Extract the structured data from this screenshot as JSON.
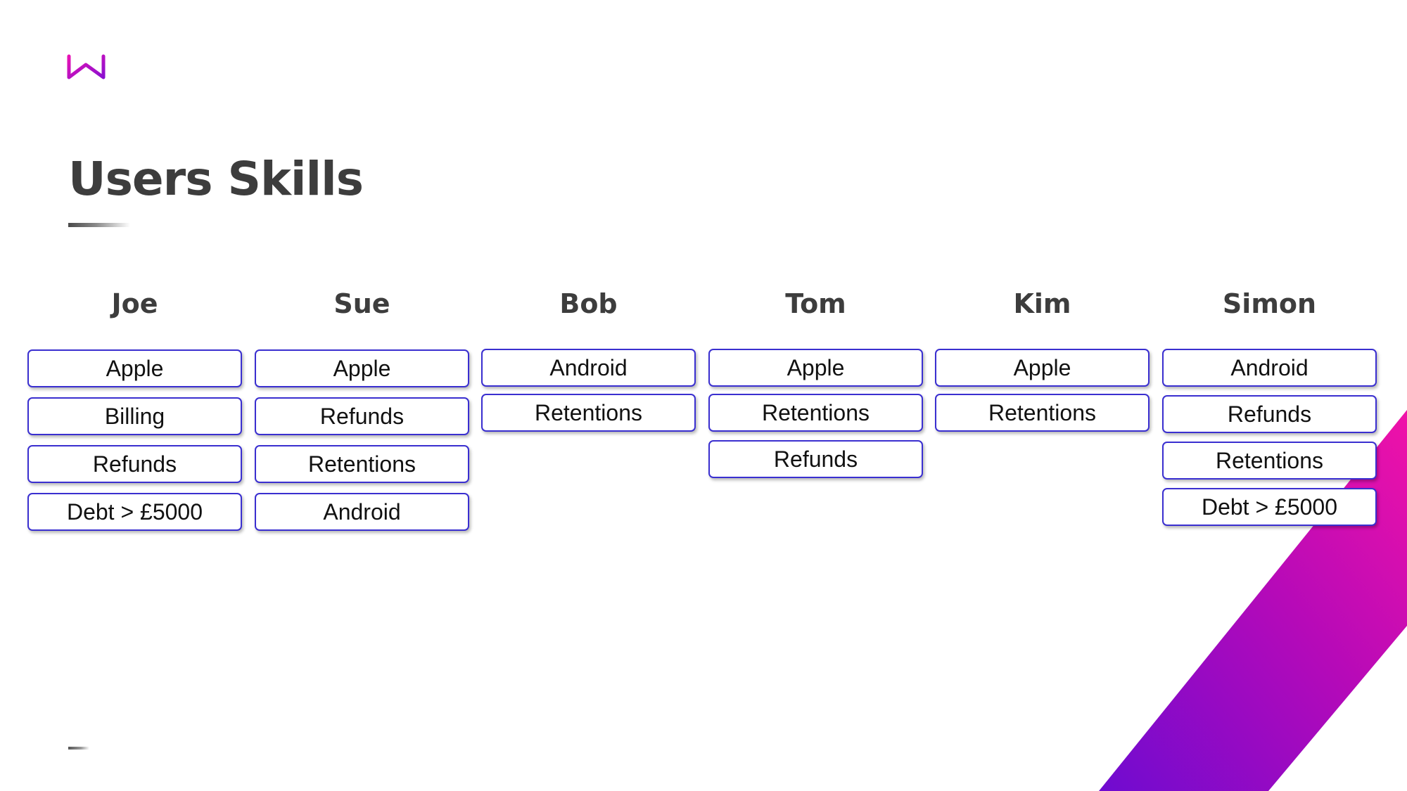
{
  "slide": {
    "title": "Users Skills",
    "accent_colors": [
      "#e010b0",
      "#7a0cc8"
    ],
    "box_border_color": "#3a2fd0"
  },
  "icons": {
    "logo": "brand-logo-icon"
  },
  "columns": [
    {
      "name": "Joe",
      "skills": [
        "Apple",
        "Billing",
        "Refunds",
        "Debt > £5000"
      ]
    },
    {
      "name": "Sue",
      "skills": [
        "Apple",
        "Refunds",
        "Retentions",
        "Android"
      ]
    },
    {
      "name": "Bob",
      "skills": [
        "Android",
        "Retentions"
      ]
    },
    {
      "name": "Tom",
      "skills": [
        "Apple",
        "Retentions",
        "Refunds"
      ]
    },
    {
      "name": "Kim",
      "skills": [
        "Apple",
        "Retentions"
      ]
    },
    {
      "name": "Simon",
      "skills": [
        "Android",
        "Refunds",
        "Retentions",
        "Debt > £5000"
      ]
    }
  ]
}
